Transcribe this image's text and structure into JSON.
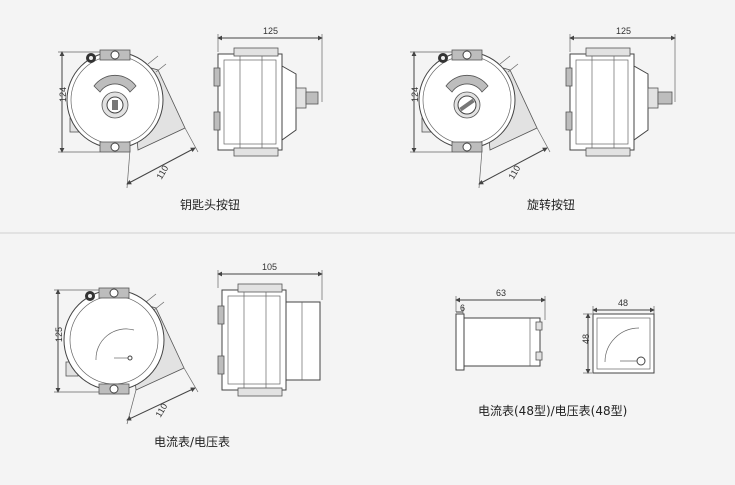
{
  "captions": {
    "key_button": "钥匙头按钮",
    "rotary_button": "旋转按钮",
    "meter": "电流表/电压表",
    "meter48": "电流表(48型)/电压表(48型)"
  },
  "dims": {
    "kb_width": "125",
    "kb_height": "124",
    "kb_diag": "110",
    "rb_width": "125",
    "rb_height": "124",
    "rb_diag": "110",
    "m_width": "105",
    "m_height": "125",
    "m_diag": "110",
    "m48_depth": "63",
    "m48_offset": "6",
    "m48_front_w": "48",
    "m48_front_h": "48"
  }
}
